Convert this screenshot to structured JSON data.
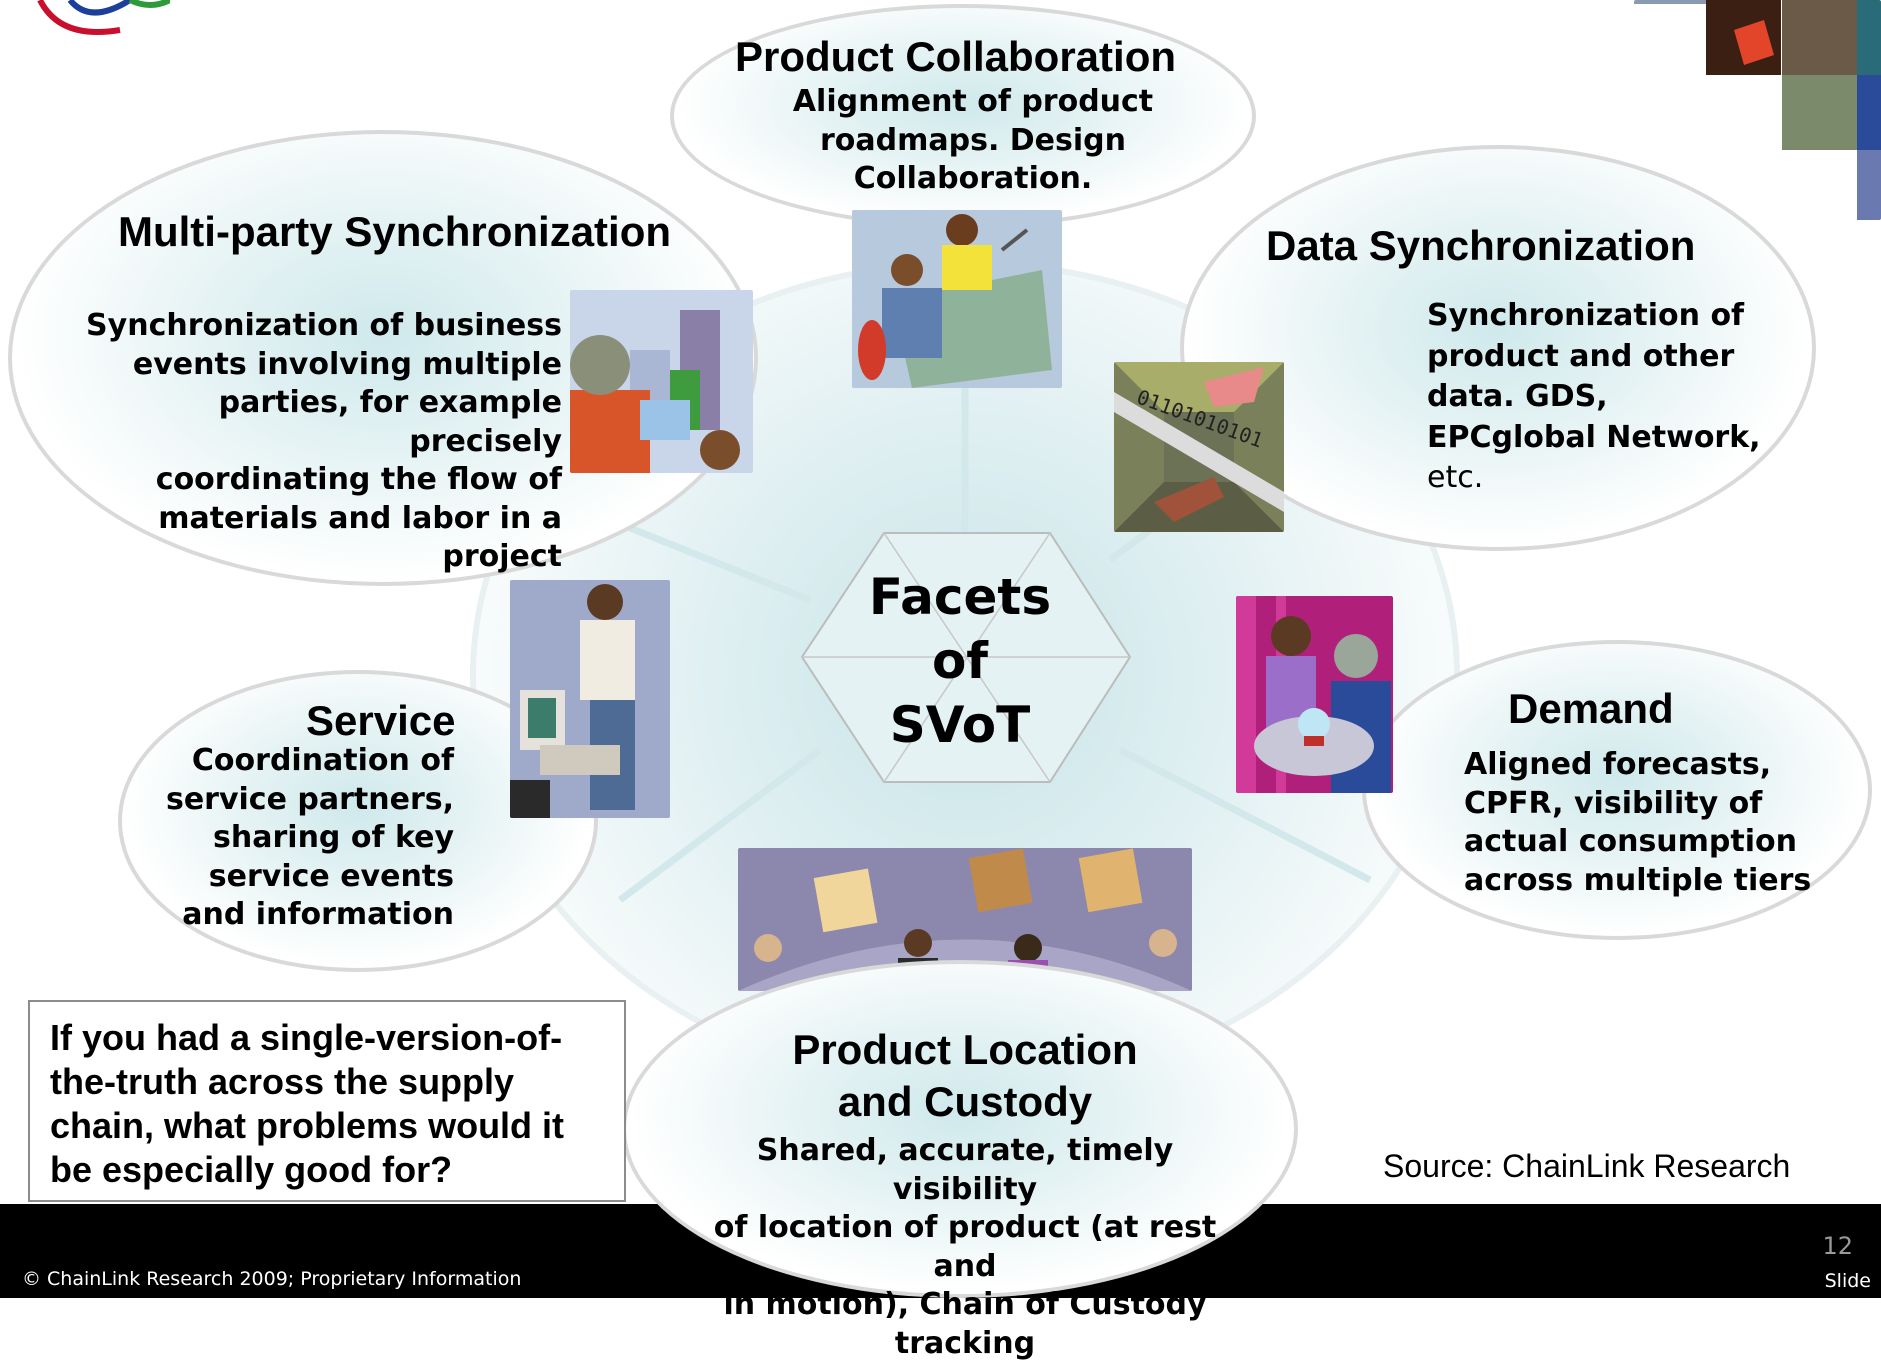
{
  "center": {
    "lines": [
      "Facets",
      "of",
      "SVoT"
    ]
  },
  "facets": {
    "product_collaboration": {
      "title": "Product Collaboration",
      "lines": [
        "Alignment of product",
        "roadmaps.  Design",
        "Collaboration."
      ]
    },
    "multi_party": {
      "title": "Multi-party Synchronization",
      "lines": [
        "Synchronization of business",
        "events involving multiple",
        "parties, for example precisely",
        "coordinating the flow of",
        "materials and labor in a",
        "project"
      ]
    },
    "data_sync": {
      "title": "Data Synchronization",
      "lines": [
        "Synchronization of",
        "product and other",
        "data.  GDS,",
        "EPCglobal Network,",
        "etc."
      ]
    },
    "service": {
      "title": "Service",
      "lines": [
        "Coordination of",
        "service partners,",
        "sharing of key",
        "service events",
        "and information"
      ]
    },
    "demand": {
      "title": "Demand",
      "lines": [
        "Aligned forecasts,",
        "CPFR, visibility of",
        "actual consumption",
        "across multiple tiers"
      ]
    },
    "product_location": {
      "title_lines": [
        "Product Location",
        "and Custody"
      ],
      "lines": [
        "Shared, accurate, timely visibility",
        "of location of product (at rest and",
        "in motion), Chain of Custody",
        "tracking"
      ]
    }
  },
  "question": {
    "lines": [
      "If you had a single-version-of-",
      "the-truth across the supply",
      "chain, what problems would it",
      "be especially good for?"
    ]
  },
  "source": "Source: ChainLink Research",
  "footer": {
    "copyright": "© ChainLink Research 2009; Proprietary Information",
    "slide_number": "12",
    "slide_label": "Slide"
  },
  "colors": {
    "accent_teal": "#c7e4e8",
    "ellipse_border": "#d9d9d9",
    "footer_bg": "#000000"
  }
}
